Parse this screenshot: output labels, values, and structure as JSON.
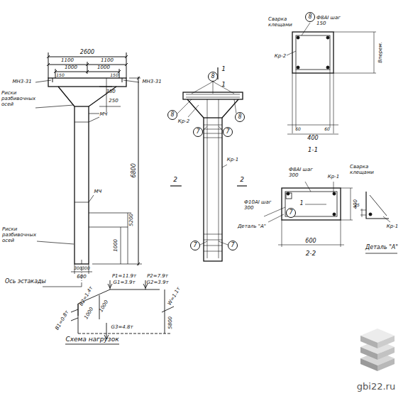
{
  "diagram": {
    "nodes": [
      {
        "text": [
          "8"
        ]
      },
      {
        "text": [
          "8"
        ]
      },
      {
        "text": [
          "8"
        ]
      },
      {
        "text": [
          "7"
        ]
      },
      {
        "text": [
          "7"
        ]
      },
      {
        "text": [
          "7"
        ]
      },
      {
        "text": [
          "7"
        ]
      },
      {
        "text": [
          "8"
        ]
      },
      {
        "text": [
          "7"
        ]
      }
    ],
    "labels": [
      "2600",
      "1100",
      "1100",
      "1000",
      "1000",
      "150",
      "150",
      "МН3-31",
      "МН3-31",
      "350",
      "250",
      "Риски разбивочных осей",
      "МЧ",
      "6800",
      "МЧ",
      "1000",
      "5200",
      "Риски разбивочных осей",
      "300",
      "300",
      "600",
      "Ось эстакады",
      "P1=11.9т",
      "G1=3.9т",
      "P2=7.9т",
      "G2=3.9т",
      "B1=0.8т",
      "B2=1.4т",
      "W=1.1т",
      "1000",
      "1000",
      "G3=4.8т",
      "5800",
      "Схема нагрузок",
      "1",
      "1",
      "2",
      "2",
      "Кр-2",
      "Кр-1",
      "Сварка клещами",
      "Ф8АI шаг 150",
      "Кр-2",
      "Вперем.",
      "60",
      "60",
      "400",
      "1-1",
      "Ф8АI шаг 300",
      "Кр-1",
      "Сварка клещами",
      "Ф10АI шаг 300",
      "1",
      "Деталь \"А\"",
      "400",
      "600",
      "2-2",
      "15",
      "Кр-1",
      "Деталь \"А\"",
      "gbi22.ru"
    ]
  }
}
